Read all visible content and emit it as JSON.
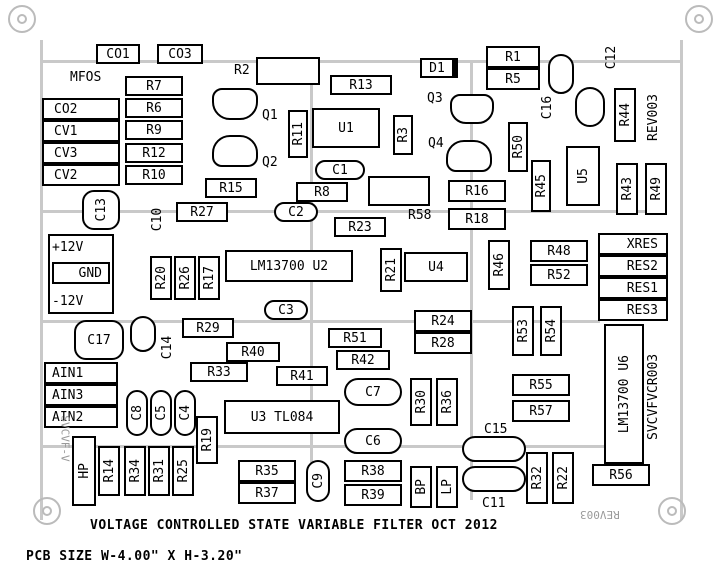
{
  "board": {
    "brand": "MFOS",
    "title": "VOLTAGE CONTROLLED STATE VARIABLE FILTER OCT 2012",
    "size": "PCB SIZE W-4.00\" X H-3.20\"",
    "revision_label": "REV003",
    "side_label": "SVCVFVCR003"
  },
  "connectors": {
    "co1": "CO1",
    "co3": "CO3",
    "d1": "D1",
    "left": [
      "CO2",
      "CV1",
      "CV3",
      "CV2"
    ],
    "power": [
      "+12V",
      "GND",
      "-12V"
    ],
    "ain": [
      "AIN1",
      "AIN3",
      "AIN2"
    ],
    "right": [
      "XRES",
      "RES2",
      "RES1",
      "RES3"
    ],
    "hp": "HP",
    "bp": "BP",
    "lp": "LP"
  },
  "chips": {
    "u1": "U1",
    "u2": "LM13700   U2",
    "u3": "U3   TL084",
    "u4": "U4",
    "u5": "U5",
    "u6": "LM13700  U6"
  },
  "transistors": {
    "q1": "Q1",
    "q2": "Q2",
    "q3": "Q3",
    "q4": "Q4"
  },
  "resistors": {
    "r1": "R1",
    "r2": "R2",
    "r3": "R3",
    "r5": "R5",
    "r6": "R6",
    "r7": "R7",
    "r8": "R8",
    "r9": "R9",
    "r10": "R10",
    "r11": "R11",
    "r12": "R12",
    "r13": "R13",
    "r14": "R14",
    "r15": "R15",
    "r16": "R16",
    "r17": "R17",
    "r18": "R18",
    "r19": "R19",
    "r20": "R20",
    "r21": "R21",
    "r22": "R22",
    "r23": "R23",
    "r24": "R24",
    "r25": "R25",
    "r26": "R26",
    "r27": "R27",
    "r28": "R28",
    "r29": "R29",
    "r30": "R30",
    "r31": "R31",
    "r32": "R32",
    "r33": "R33",
    "r34": "R34",
    "r35": "R35",
    "r36": "R36",
    "r37": "R37",
    "r38": "R38",
    "r39": "R39",
    "r40": "R40",
    "r41": "R41",
    "r42": "R42",
    "r43": "R43",
    "r44": "R44",
    "r45": "R45",
    "r46": "R46",
    "r48": "R48",
    "r49": "R49",
    "r50": "R50",
    "r51": "R51",
    "r52": "R52",
    "r53": "R53",
    "r54": "R54",
    "r55": "R55",
    "r56": "R56",
    "r57": "R57",
    "r58": "R58"
  },
  "capacitors": {
    "c1": "C1",
    "c2": "C2",
    "c3": "C3",
    "c4": "C4",
    "c5": "C5",
    "c6": "C6",
    "c7": "C7",
    "c8": "C8",
    "c9": "C9",
    "c10": "C10",
    "c11": "C11",
    "c12": "C12",
    "c13": "C13",
    "c14": "C14",
    "c15": "C15",
    "c16": "C16",
    "c17": "C17"
  },
  "ghost_text": {
    "left": "SVCVF-V",
    "bottom": "REV003"
  }
}
